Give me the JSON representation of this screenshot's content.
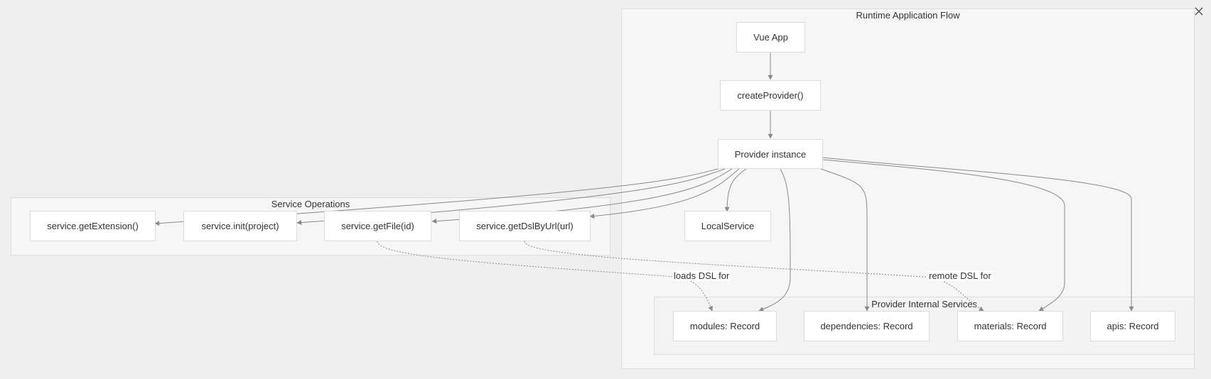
{
  "runtime_group": {
    "title": "Runtime Application Flow"
  },
  "service_ops_group": {
    "title": "Service Operations"
  },
  "internal_group": {
    "title": "Provider Internal Services"
  },
  "nodes": {
    "vue_app": "Vue App",
    "create_provider": "createProvider()",
    "provider_instance": "Provider instance",
    "local_service": "LocalService",
    "get_extension": "service.getExtension()",
    "init_project": "service.init(project)",
    "get_file": "service.getFile(id)",
    "get_dsl_by_url": "service.getDslByUrl(url)",
    "modules": "modules: Record",
    "dependencies": "dependencies: Record",
    "materials": "materials: Record",
    "apis": "apis: Record"
  },
  "edge_labels": {
    "loads_dsl": "loads DSL for",
    "remote_dsl": "remote DSL for"
  },
  "icons": {
    "close": "close-icon"
  },
  "colors": {
    "edge": "#8a8a8a",
    "group_bg": "#f6f6f6",
    "node_bg": "#ffffff"
  }
}
